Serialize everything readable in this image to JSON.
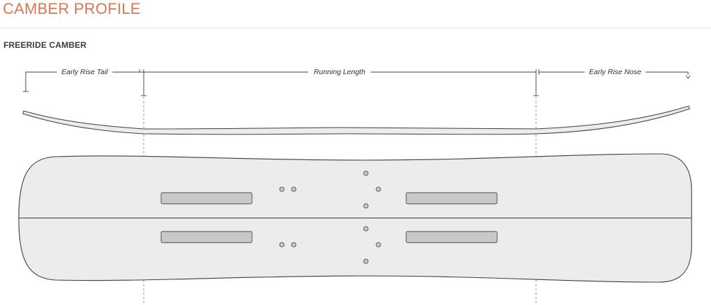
{
  "header": {
    "title": "CAMBER PROFILE",
    "subtitle": "FREERIDE CAMBER"
  },
  "diagram": {
    "zones": [
      {
        "label": "Early Rise Tail"
      },
      {
        "label": "Running Length"
      },
      {
        "label": "Early Rise Nose"
      }
    ],
    "colors": {
      "title": "#d9774f",
      "board_fill": "#ececec",
      "outline": "#3c3c3c",
      "insert_fill": "#c8c8c8"
    }
  }
}
